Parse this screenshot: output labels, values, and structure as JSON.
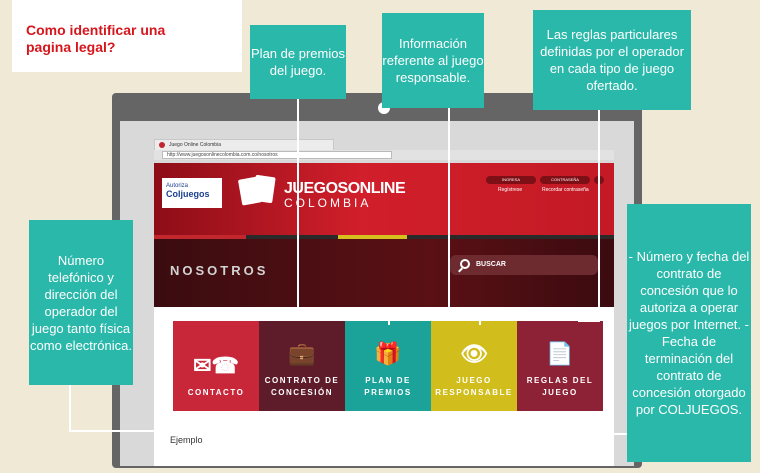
{
  "heading": "Como identificar una pagina legal?",
  "browser": {
    "tab_title": "Juego Online Colombia",
    "url": "http://www.juegosonlinecolombia.com.co/nosotros"
  },
  "site": {
    "logo_line1": "Autoriza",
    "logo_line2": "Coljuegos",
    "brand_line1": "JUEGOSONLINE",
    "brand_line2": "COLOMBIA",
    "btn_register": "INGRESA",
    "btn_password": "CONTRASEÑA",
    "link_register": "Regístrese",
    "link_password": "Recordar contraseña",
    "banner_title": "NOSOTROS",
    "search_label": "BUSCAR",
    "tiles": [
      {
        "label": "CONTACTO",
        "icon": "mail-phone-icon",
        "glyph": "✉☎"
      },
      {
        "label": "CONTRATO DE CONCESIÓN",
        "icon": "briefcase-icon",
        "glyph": "💼"
      },
      {
        "label": "PLAN DE PREMIOS",
        "icon": "gift-icon",
        "glyph": "🎁"
      },
      {
        "label": "JUEGO RESPONSABLE",
        "icon": "eye-icon",
        "glyph": "👁"
      },
      {
        "label": "REGLAS DEL JUEGO",
        "icon": "document-icon",
        "glyph": "📄"
      }
    ],
    "example_label": "Ejemplo"
  },
  "callouts": {
    "plan": "Plan de premios del juego.",
    "informacion": "Información referente al juego responsable.",
    "reglas": "Las reglas particulares definidas por el operador en cada tipo de juego ofertado.",
    "contacto": "Número telefónico y dirección del operador del juego tanto física como electrónica.",
    "contrato": "- Número y fecha del contrato de concesión que lo autoriza a operar juegos por Internet. - Fecha de terminación del contrato de concesión otorgado por COLJUEGOS."
  },
  "colors": {
    "callout": "#29b8aa",
    "title": "#d6161d",
    "header_red": "#d11f2b"
  }
}
